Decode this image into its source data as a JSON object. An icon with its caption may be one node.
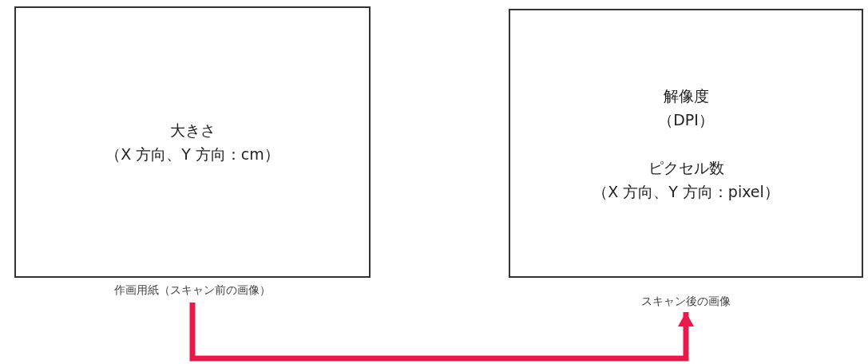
{
  "diagram": {
    "nodes": [
      {
        "text": [
          "大きさ",
          "（X 方向、Y 方向：cm）"
        ],
        "beside": [
          "作画用紙（スキャン前の画像）"
        ]
      },
      {
        "text": [
          "解像度",
          "（DPI）",
          "ピクセル数",
          "（X 方向、Y 方向：pixel）"
        ],
        "beside": [
          "スキャン後の画像"
        ]
      }
    ],
    "edges": [
      {
        "from": 0,
        "to": 1,
        "arrow": "to",
        "color": "#e8194b"
      }
    ]
  }
}
